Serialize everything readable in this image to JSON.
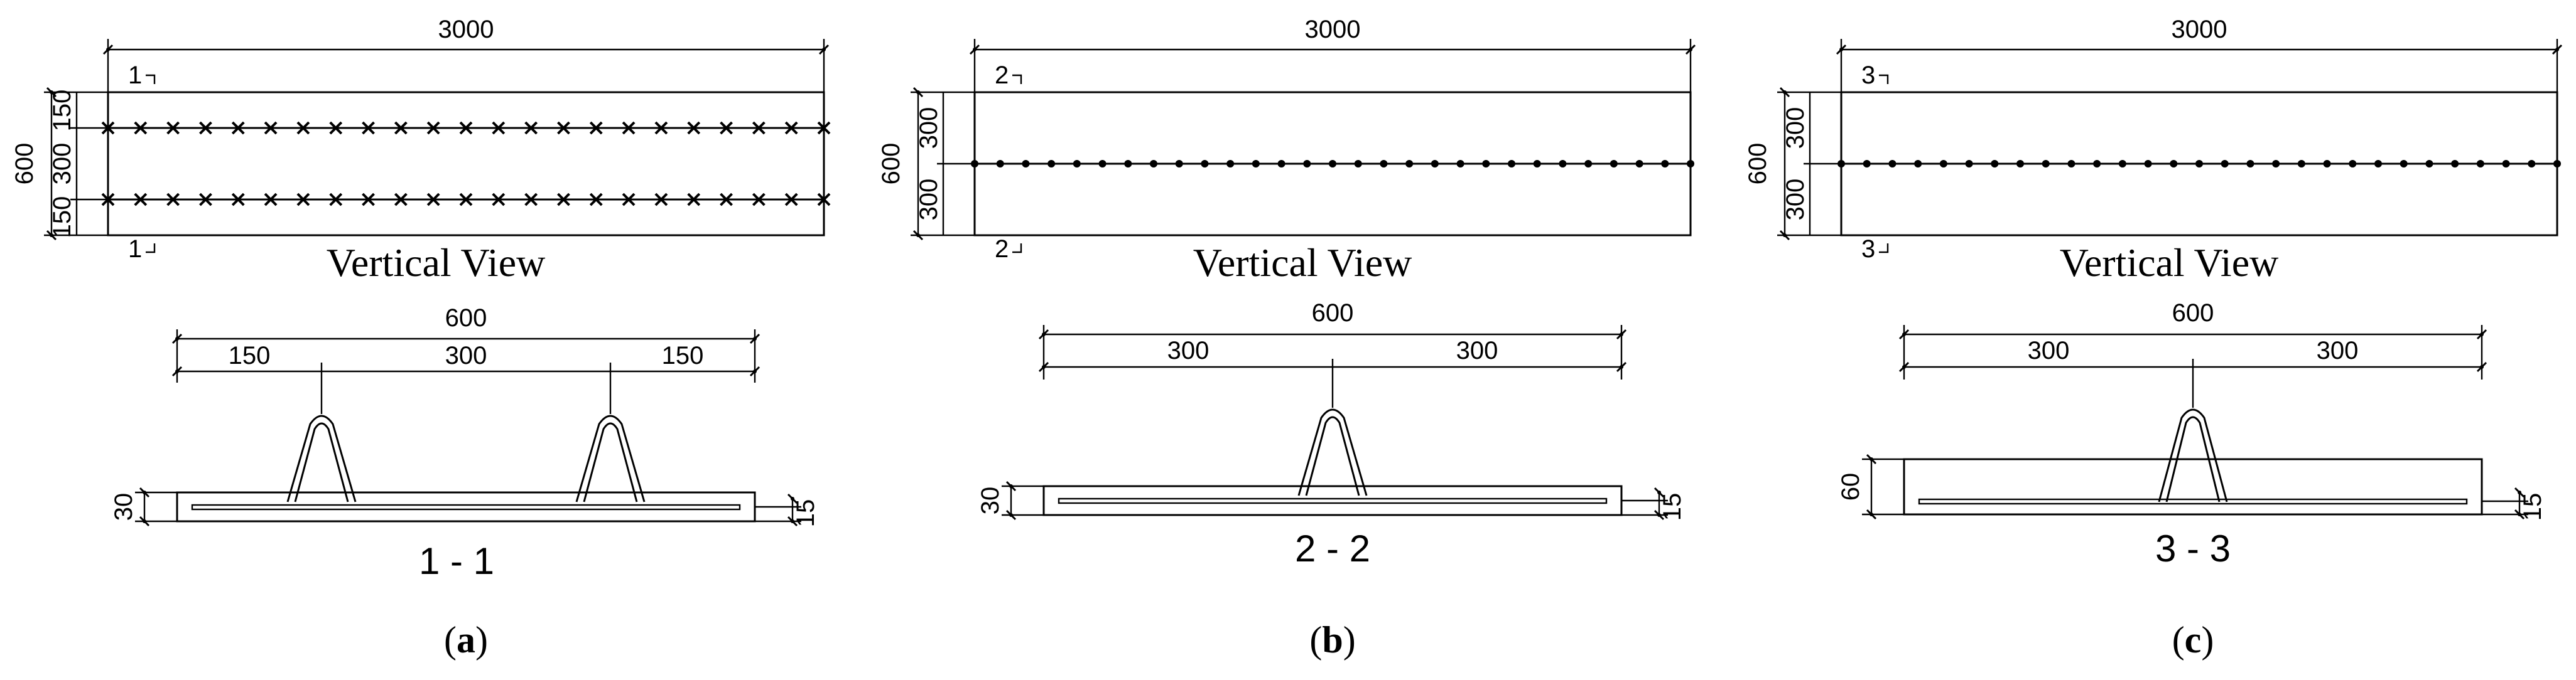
{
  "panels": [
    {
      "caption_letter": "a",
      "view": {
        "title": "Vertical View",
        "length_label": "3000",
        "width_label": "600",
        "segment_labels": [
          "150",
          "300",
          "150"
        ],
        "section_mark_top": "1",
        "section_mark_bottom": "1"
      },
      "section": {
        "title": "1 - 1",
        "width_label": "600",
        "segment_labels": [
          "150",
          "300",
          "150"
        ],
        "thickness_label": "30",
        "cover_label": "15"
      }
    },
    {
      "caption_letter": "b",
      "view": {
        "title": "Vertical View",
        "length_label": "3000",
        "width_label": "600",
        "segment_labels": [
          "300",
          "300"
        ],
        "section_mark_top": "2",
        "section_mark_bottom": "2"
      },
      "section": {
        "title": "2 - 2",
        "width_label": "600",
        "segment_labels": [
          "300",
          "300"
        ],
        "thickness_label": "30",
        "cover_label": "15"
      }
    },
    {
      "caption_letter": "c",
      "view": {
        "title": "Vertical View",
        "length_label": "3000",
        "width_label": "600",
        "segment_labels": [
          "300",
          "300"
        ],
        "section_mark_top": "3",
        "section_mark_bottom": "3"
      },
      "section": {
        "title": "3 - 3",
        "width_label": "600",
        "segment_labels": [
          "300",
          "300"
        ],
        "thickness_label": "60",
        "cover_label": "15"
      }
    }
  ]
}
